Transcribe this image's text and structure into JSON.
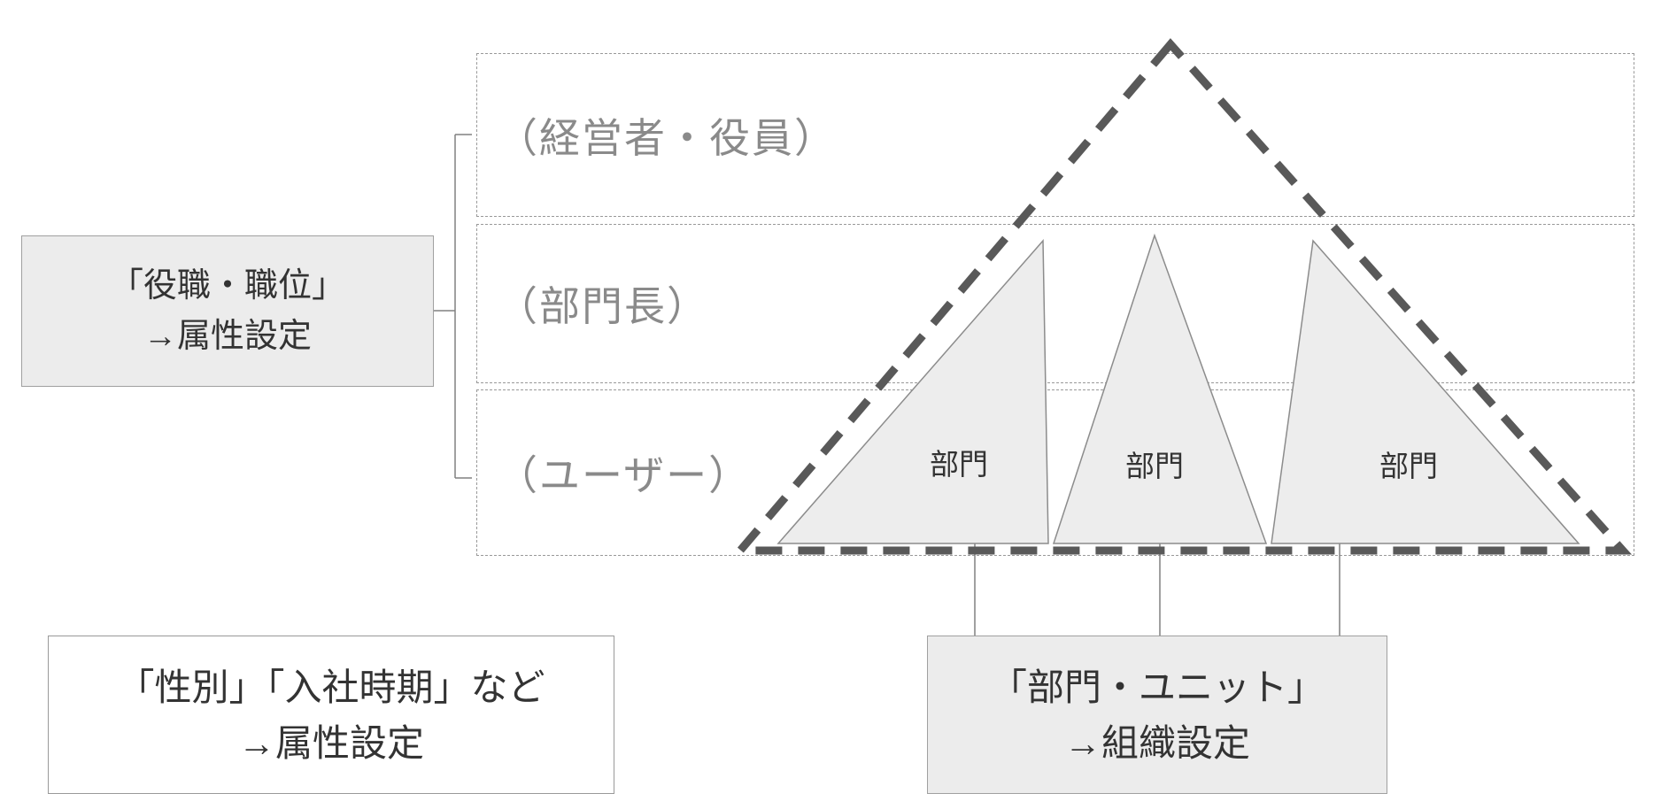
{
  "diagram": {
    "rows": [
      {
        "label": "（経営者・役員）"
      },
      {
        "label": "（部門長）"
      },
      {
        "label": "（ユーザー）"
      }
    ],
    "role_box": {
      "line1": "「役職・職位」",
      "line2": "→属性設定"
    },
    "attribute_box": {
      "line1": "「性別」「入社時期」など",
      "line2": "→属性設定"
    },
    "org_box": {
      "line1": "「部門・ユニット」",
      "line2": "→組織設定"
    },
    "departments": [
      {
        "label": "部門"
      },
      {
        "label": "部門"
      },
      {
        "label": "部門"
      }
    ],
    "colors": {
      "box_fill": "#ececec",
      "box_border": "#a0a0a0",
      "row_border": "#999999",
      "pyramid_dash": "#595959",
      "triangle_fill": "#ededed",
      "triangle_border": "#8c8c8c",
      "connector": "#808080",
      "row_label_text": "#8a8a8a",
      "dark_text": "#333333"
    }
  }
}
